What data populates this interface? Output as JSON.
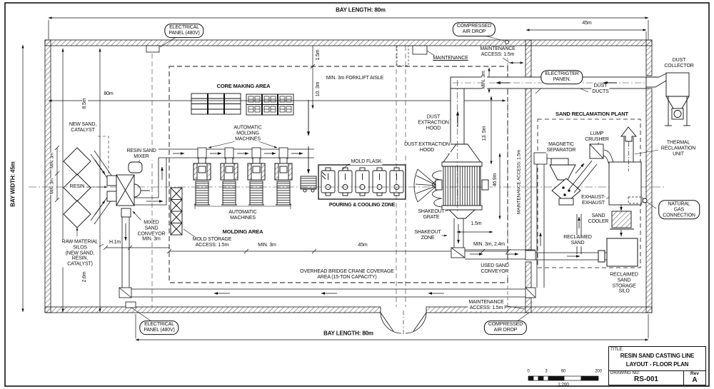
{
  "meta": {
    "ink": "#1a1a1a",
    "paper": "#ffffff"
  },
  "labels": {
    "bay_length_top": "BAY LENGTH: 80m",
    "bay_length_bottom": "BAY LENGTH: 80m",
    "bay_width": "BAY WIDTH: 45m",
    "electrical_panel_top": "ELECTRICAL\nPANEL (480V)",
    "electrical_panel_bottom": "ELECTRICAL\nPANEL (480V)",
    "compressed_air_top": "COMPRESSED\nAIR DROP",
    "compressed_air_bottom": "COMPRESSED\nAIR DROP",
    "maintenance_top": "MAINTENANCE",
    "maintenance_access_top": "MAINTENANCE\nACCESS: 1.5m",
    "maintenance_access_bottom": "MAINTENANCE\nACCESS: 1.5m",
    "maintenance_access_wall": "MAINTENANCE ACCESS: 1.5m",
    "dim_45m_top": "45m",
    "electrigter_panel": "ELECTRIGTER\nPANEN.",
    "dust_ducts": "DUST\nDUCTS",
    "dust_collector": "DUST\nCOLLECTOR",
    "sand_reclamation_plant": "SAND RECLAMATION PLANT",
    "core_making_area": "CORE MAKING AREA",
    "forklift_aisle": "MIN. 3m FORKLIFT AISLE",
    "dim_1_5m_aisle": "1.5m",
    "dim_10_3m": "10. 3m",
    "min_3m_wall": "MIN. 3m",
    "new_sand_catalyst": "NEW SAND,\nCATALYST",
    "resin_sand_mixer": "RESIN SAND\nMIXER",
    "resin": "RESIN",
    "min_3m_silo_a": "MIN. 3m",
    "min_3m_silo_b": "MIN. 3m",
    "raw_material_silos": "RAW MATERIAL\nSILOS\n(NEW SAND,\nRESIN,\nCATALYST)",
    "mixed_sand_conveyor": "MIXED\nSAND\nCONVEYOR\nMIN. 3m",
    "dim_h1m": "H.1m",
    "dim_80m_inner": "80m",
    "automatic_molding_machines": "AUTOMATIC\nMOLDING\nMACHINES",
    "automatic_machines": "AUTOMATIC\nMACHINES",
    "molding_area": "MOLDING AREA",
    "mold_storage_access": "MOLD STORAGE\nACCESS: 1.5m",
    "dim_min_3m_mold": "MIN. 3m",
    "dim_45m_mold": "45m",
    "mold_flask": "MOLD FLASK",
    "pouring_cooling_zone": "POURING & COOLING ZONE",
    "dust_extraction_hood_a": "DUST\nEXTRACTION\nHOOD",
    "dust_extraction_hood_b": "DUST EXTRACTION\nHOOD",
    "dim_13_5m": "13. 5m",
    "dim_46_9m": "46.9m",
    "shakeout_grate": "SHAKEOUT\nGRATE",
    "shakeout_zone": "SHAKEOUT\nZONE",
    "dim_1_5m_shake": "1.5m",
    "dim_min3m_24m": "MIN. 3m, 2.4m",
    "used_sand_conveyor": "USED SAND\nCONVEYOR",
    "overhead_crane": "OVERHEAD BRIDGE CRANE COVERAGE\nAREA (15-TON CAPACITY)",
    "dim_8_5m": "8.5m",
    "dim_2_6m": "2.6m",
    "magnetic_separator": "MAGNETIC\nSEPARATOR",
    "lump_crusher": "LUMP\nCRUSHER",
    "thermal_unit": "THERMAL\nRECLAMATION\nUNIT",
    "exhaust": "EXHAUST-\nEXHAUST",
    "natural_gas": "NATURAL GAS\nCONNECTION",
    "sand_cooler": "SAND\nCOOLER",
    "reclaimed_sand": "RECLAIMED\nSAND",
    "reclaimed_silo": "RECLAIMED\nSAND\nSTORAGE\nSILO"
  },
  "title_block": {
    "title_label": "TITLE:",
    "line1": "RESIN SAND CASTING LINE",
    "line2": "LAYOUT - FLOOR PLAN",
    "drawing_no_label": "DRAWING NO:",
    "drawing_no": "RS-001",
    "rev_label": "Rev",
    "rev": "A"
  },
  "scale_bar": {
    "t0": "0",
    "t1": "3",
    "t2": "60",
    "t3": "200",
    "ratio": "1:200"
  }
}
